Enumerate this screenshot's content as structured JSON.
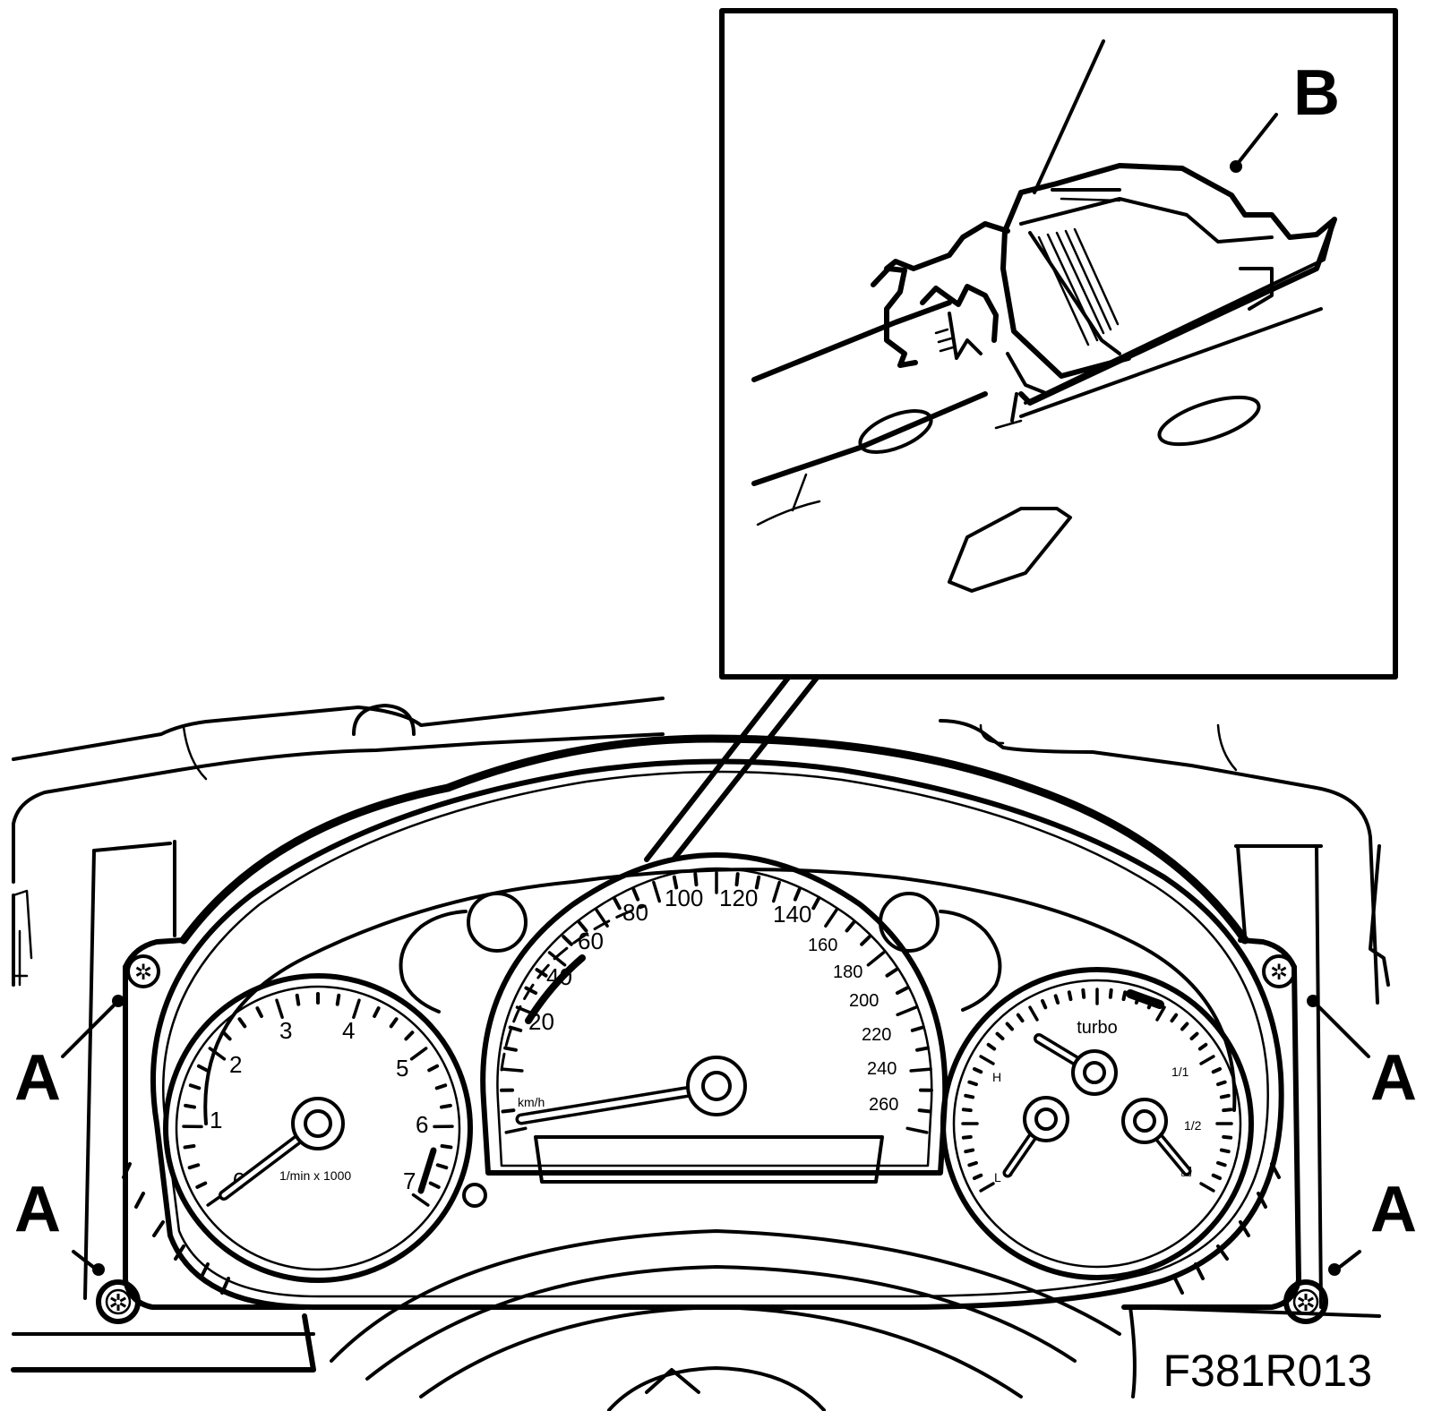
{
  "figure_id": "F381R013",
  "callouts": {
    "a": "A",
    "b": "B"
  },
  "tachometer": {
    "labels": [
      "0",
      "1",
      "2",
      "3",
      "4",
      "5",
      "6",
      "7"
    ],
    "unit": "1/min x 1000"
  },
  "speedometer": {
    "labels": [
      "20",
      "40",
      "60",
      "80",
      "100",
      "120",
      "140",
      "160",
      "180",
      "200",
      "220",
      "240",
      "260"
    ],
    "unit": "km/h"
  },
  "combi_gauge": {
    "turbo_label": "turbo",
    "temp_high": "H",
    "temp_low": "L",
    "fuel_full": "1/1",
    "fuel_half": "1/2"
  }
}
